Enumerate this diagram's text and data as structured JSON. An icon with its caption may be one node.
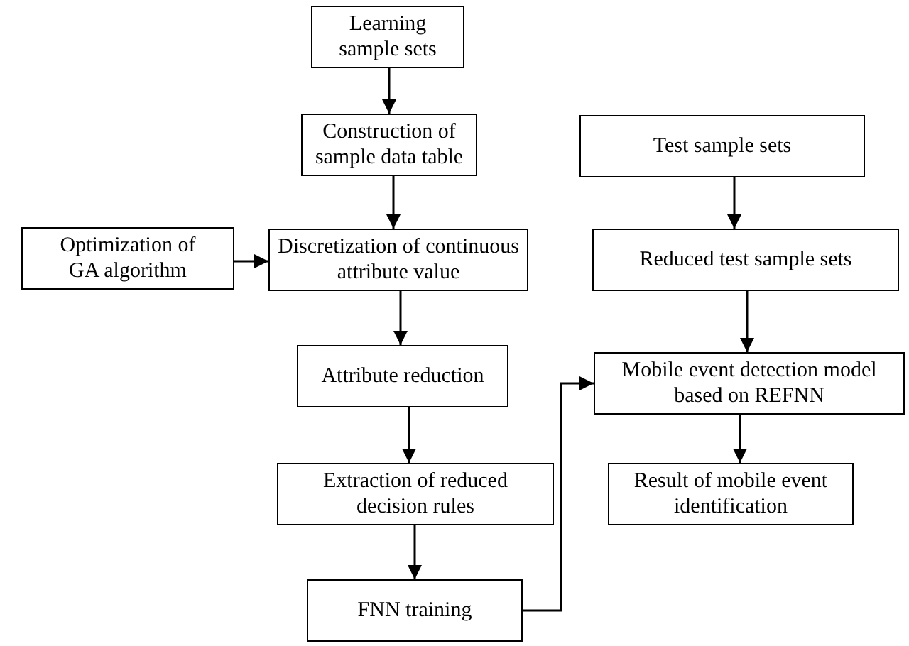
{
  "diagram": {
    "nodes": [
      {
        "text": [
          "Learning sample sets"
        ]
      },
      {
        "text": [
          "Construction of sample data table"
        ]
      },
      {
        "text": [
          "Optimization of GA algorithm"
        ]
      },
      {
        "text": [
          "Discretization of continuous attribute value"
        ]
      },
      {
        "text": [
          "Attribute reduction"
        ]
      },
      {
        "text": [
          "Extraction of reduced decision rules"
        ]
      },
      {
        "text": [
          "FNN training"
        ]
      },
      {
        "text": [
          "Test sample sets"
        ]
      },
      {
        "text": [
          "Reduced test sample sets"
        ]
      },
      {
        "text": [
          "Mobile event detection model based on REFNN"
        ]
      },
      {
        "text": [
          "Result of mobile event identification"
        ]
      }
    ],
    "edges": [
      {
        "from": 0,
        "to": 1,
        "arrow": "to"
      },
      {
        "from": 1,
        "to": 3,
        "arrow": "to"
      },
      {
        "from": 2,
        "to": 3,
        "arrow": "to"
      },
      {
        "from": 3,
        "to": 4,
        "arrow": "to"
      },
      {
        "from": 4,
        "to": 5,
        "arrow": "to"
      },
      {
        "from": 5,
        "to": 6,
        "arrow": "to"
      },
      {
        "from": 7,
        "to": 8,
        "arrow": "to"
      },
      {
        "from": 8,
        "to": 9,
        "arrow": "to"
      },
      {
        "from": 6,
        "to": 9,
        "arrow": "to"
      },
      {
        "from": 9,
        "to": 10,
        "arrow": "to"
      }
    ]
  }
}
